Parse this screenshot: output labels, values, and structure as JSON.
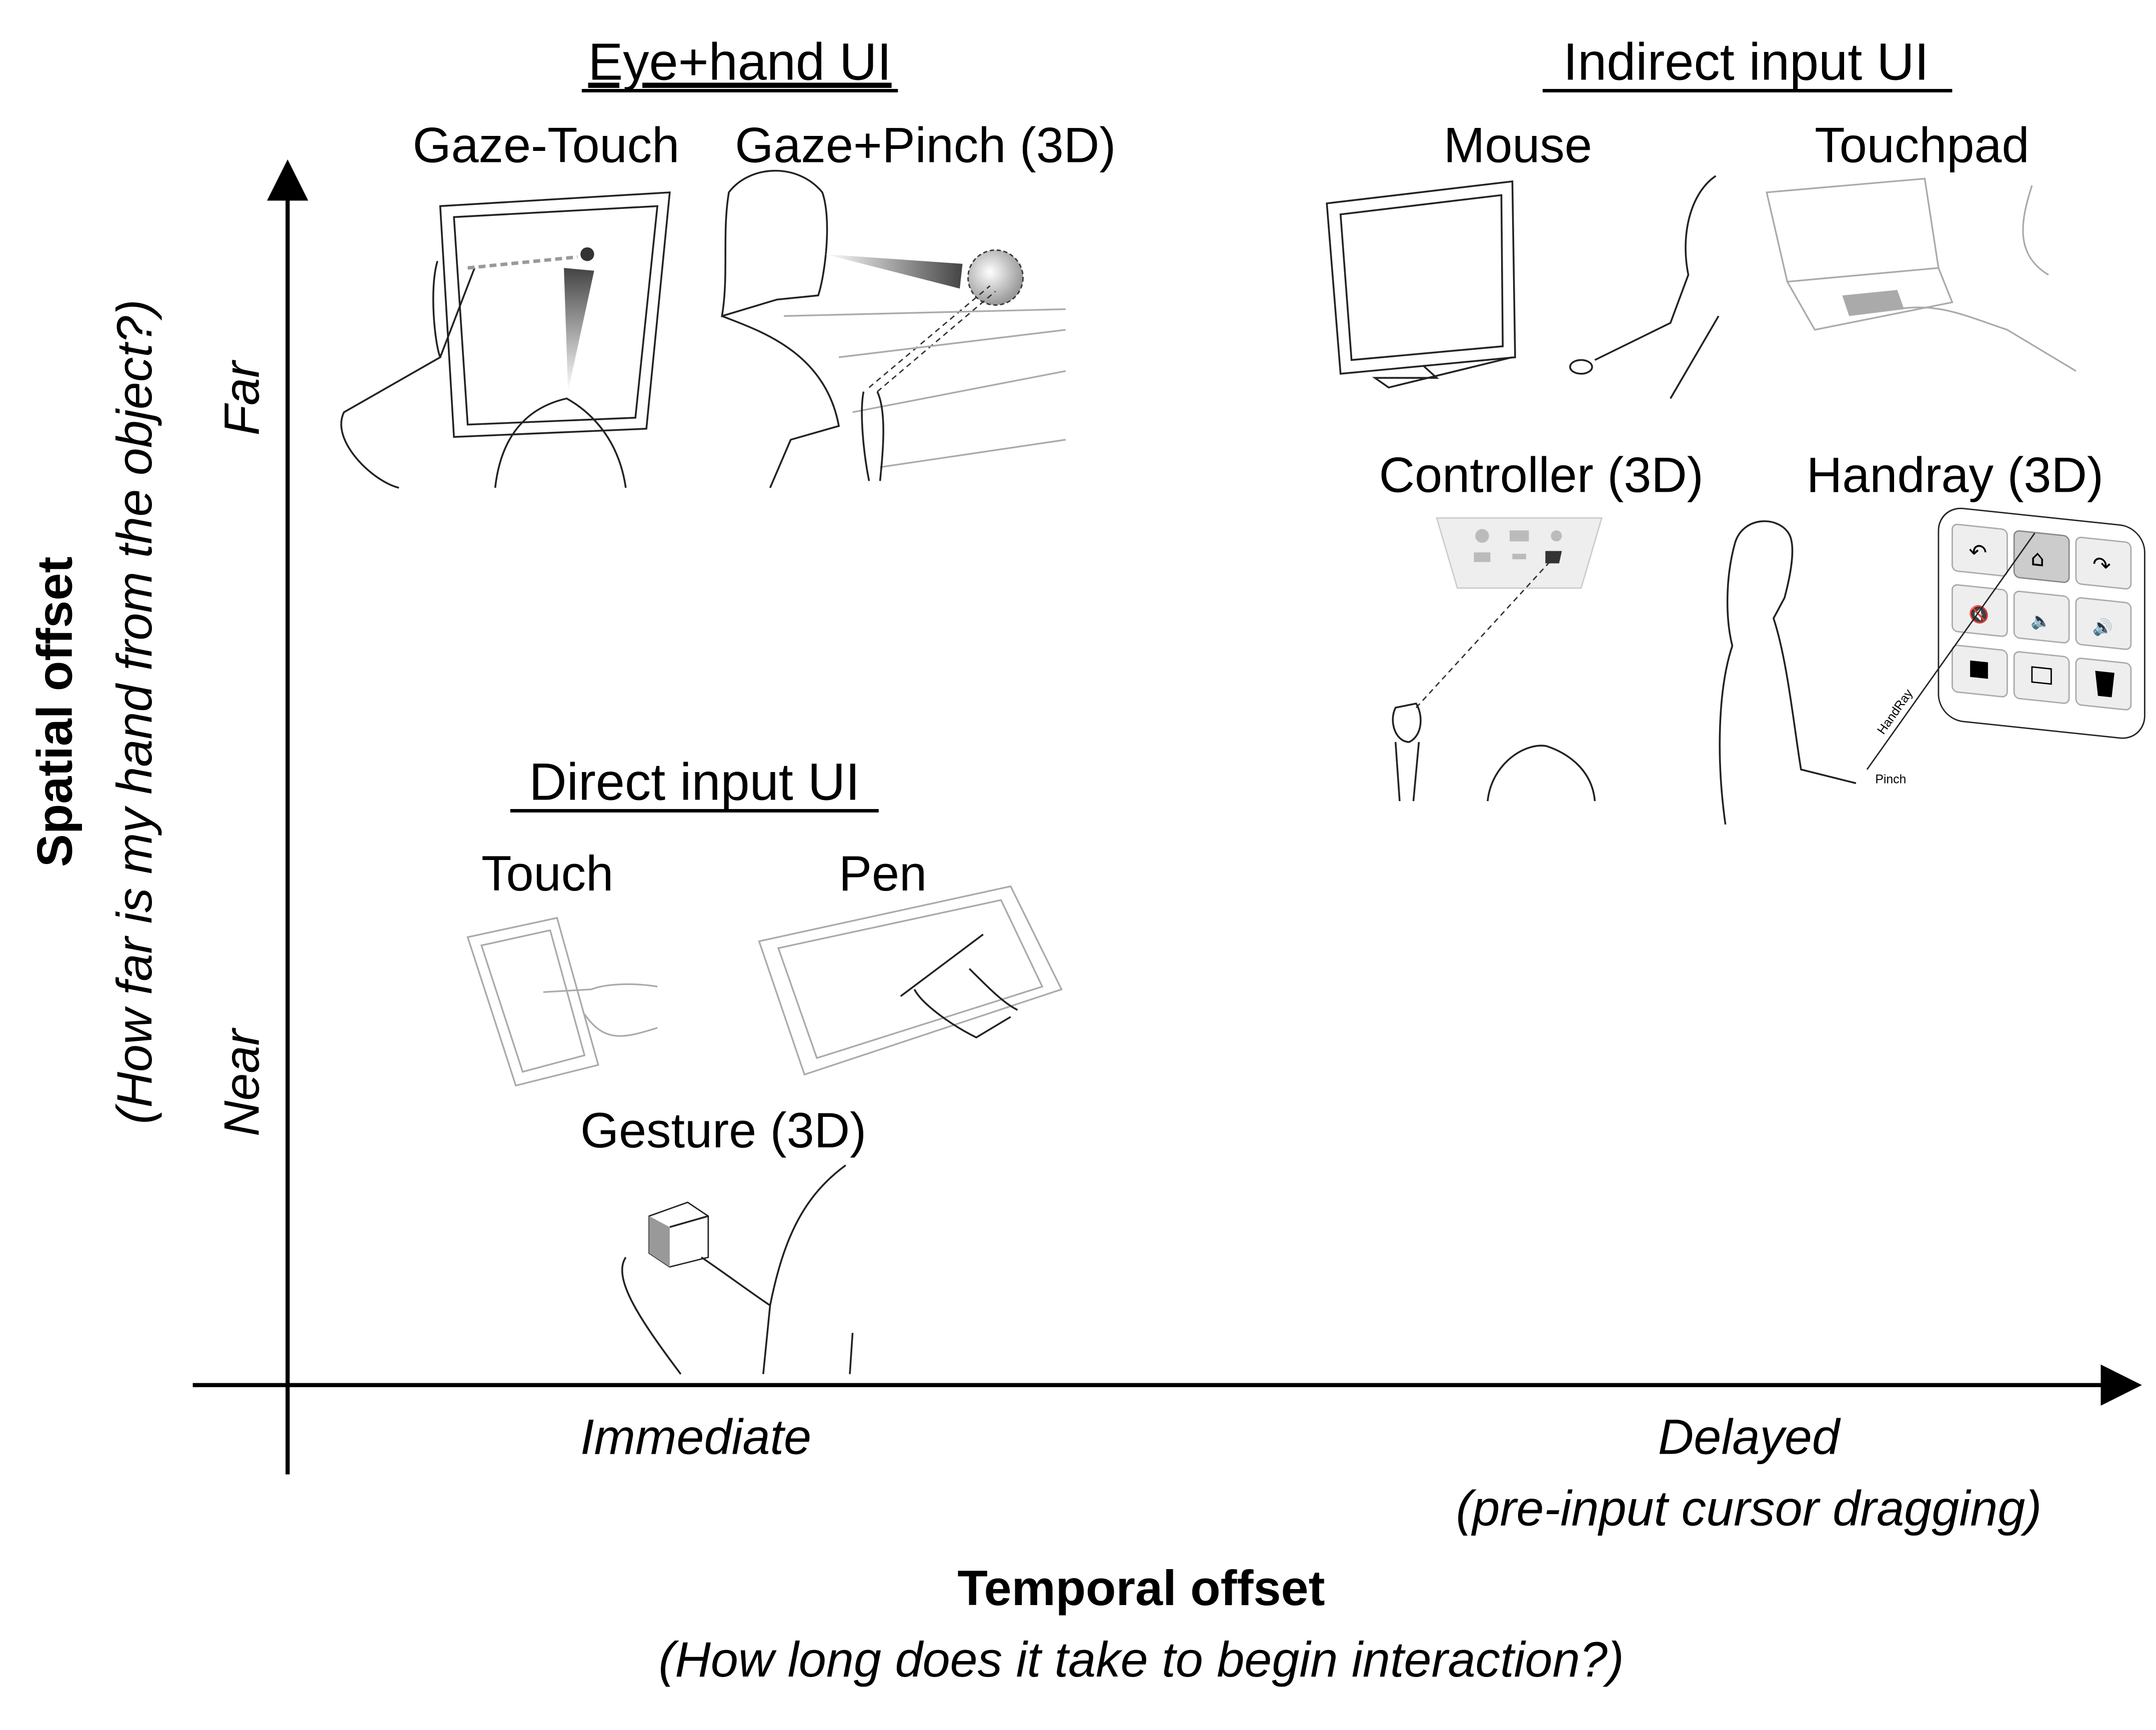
{
  "groups": {
    "eye_hand": {
      "title": "Eye+hand UI",
      "items": [
        "Gaze-Touch",
        "Gaze+Pinch (3D)"
      ]
    },
    "indirect": {
      "title": "Indirect input UI",
      "items": [
        "Mouse",
        "Touchpad",
        "Controller (3D)",
        "Handray (3D)"
      ]
    },
    "direct": {
      "title": "Direct input UI",
      "items": [
        "Touch",
        "Pen",
        "Gesture (3D)"
      ]
    }
  },
  "handray_labels": {
    "ray": "HandRay",
    "pinch": "Pinch"
  },
  "y_axis": {
    "title": "Spatial offset",
    "subtitle": "(How far is my hand from the object?)",
    "high": "Far",
    "low": "Near"
  },
  "x_axis": {
    "title": "Temporal offset",
    "subtitle": "(How long does it take to begin interaction?)",
    "low": "Immediate",
    "high": "Delayed",
    "high_note": "(pre-input cursor dragging)"
  }
}
